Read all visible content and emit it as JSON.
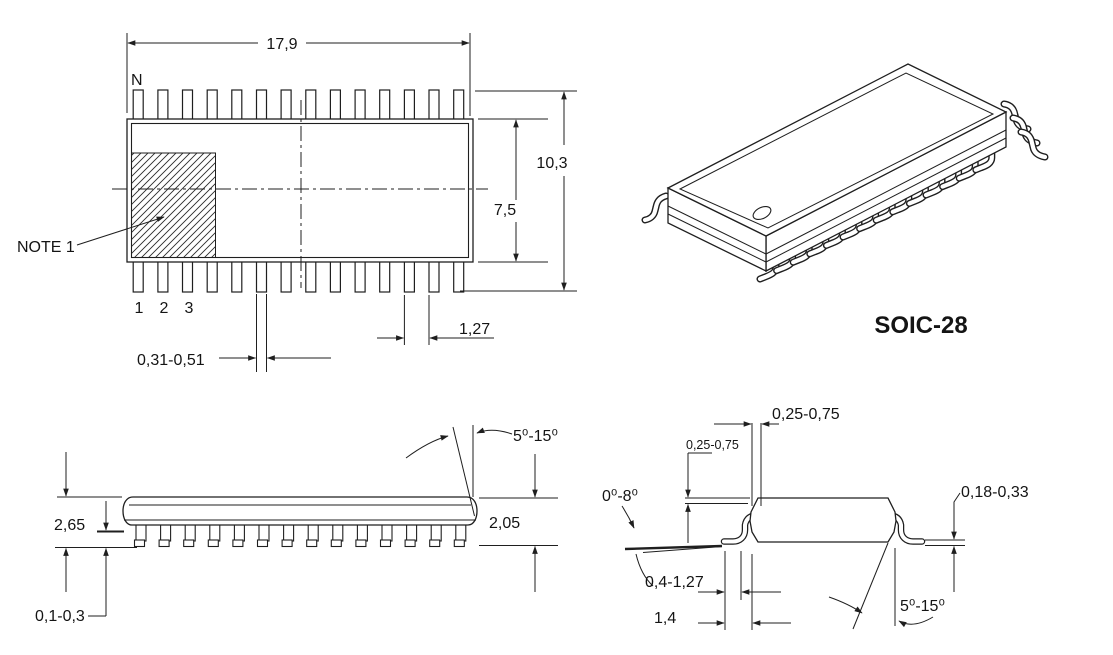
{
  "title": "SOIC-28",
  "colors": {
    "line": "#1f1f1f",
    "text": "#141414",
    "background": "#ffffff"
  },
  "top_view": {
    "pin_count_label": "N",
    "overall_width": "17,9",
    "overall_height": "10,3",
    "body_height": "7,5",
    "note": "NOTE 1",
    "pin_numbers": [
      "1",
      "2",
      "3"
    ],
    "lead_width": "0,31-0,51",
    "lead_pitch": "1,27"
  },
  "side_view": {
    "max_height": "2,65",
    "standoff_height": "0,1-0,3",
    "body_thickness": "2,05",
    "end_lead_angle": "5⁰-15⁰"
  },
  "end_view": {
    "lead_thickness_upper": "0,25-0,75",
    "lead_thickness_gauge": "0,25-0,75",
    "foot_angle": "0⁰-8⁰",
    "foot_thickness": "0,18-0,33",
    "foot_length": "0,4-1,27",
    "lead_length": "1,4",
    "heel_angle": "5⁰-15⁰"
  }
}
